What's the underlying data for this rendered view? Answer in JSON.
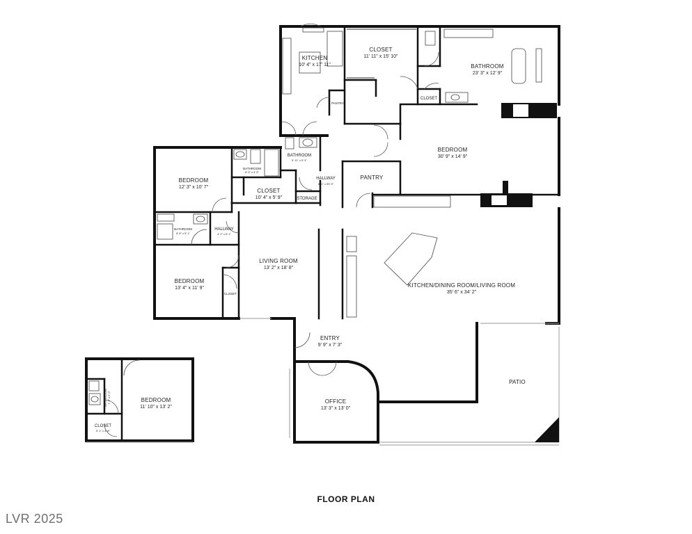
{
  "title": "FLOOR PLAN",
  "watermark": "LVR 2025",
  "rooms": {
    "kitchen": {
      "name": "KITCHEN",
      "dims": "10' 4\" x 17' 11\""
    },
    "closet_main": {
      "name": "CLOSET",
      "dims": "11' 11\" x 15' 10\""
    },
    "bathroom_primary": {
      "name": "BATHROOM",
      "dims": "23' 3\" x 12' 9\""
    },
    "closet_primary_small": {
      "name": "CLOSET"
    },
    "pantry_small": {
      "name": "PANTRY"
    },
    "bathroom_center": {
      "name": "BATHROOM",
      "dims": "5' 11\" x 5' 3\""
    },
    "bedroom_primary": {
      "name": "BEDROOM",
      "dims": "30' 9\" x 14' 9\""
    },
    "bedroom_top_left": {
      "name": "BEDROOM",
      "dims": "12' 3\" x 10' 7\""
    },
    "bathroom_top_left": {
      "name": "BATHROOM",
      "dims": "8' 0\" x 4' 9\""
    },
    "closet_left": {
      "name": "CLOSET",
      "dims": "10' 4\" x 5' 9\""
    },
    "hallway_center": {
      "name": "HALLWAY",
      "dims": "8' 1\" x 33' 9\""
    },
    "storage": {
      "name": "STORAGE"
    },
    "pantry": {
      "name": "PANTRY"
    },
    "bathroom_left": {
      "name": "BATHROOM",
      "dims": "8' 6\" x 5' 1\""
    },
    "hallway_left": {
      "name": "HALLWAY",
      "dims": "4' 2\" x 5' 1\""
    },
    "bedroom_left": {
      "name": "BEDROOM",
      "dims": "13' 4\" x 11' 9\""
    },
    "closet_bedroom_left": {
      "name": "CLOSET"
    },
    "living_room": {
      "name": "LIVING ROOM",
      "dims": "13' 2\" x 18' 8\""
    },
    "great_room": {
      "name": "KITCHEN/DINING ROOM/LIVING ROOM",
      "dims": "35' 6\" x 34' 2\""
    },
    "entry": {
      "name": "ENTRY",
      "dims": "9' 9\" x 7' 3\""
    },
    "office": {
      "name": "OFFICE",
      "dims": "13' 3\" x 13' 0\""
    },
    "patio": {
      "name": "PATIO"
    },
    "casita_bedroom": {
      "name": "BEDROOM",
      "dims": "11' 10\" x 13' 2\""
    },
    "casita_bathroom": {
      "name": "BATHROOM",
      "dims": "7' 1\" x 5' 0\""
    },
    "casita_closet": {
      "name": "CLOSET",
      "dims": "5' 1\" x 4' 8\""
    }
  }
}
